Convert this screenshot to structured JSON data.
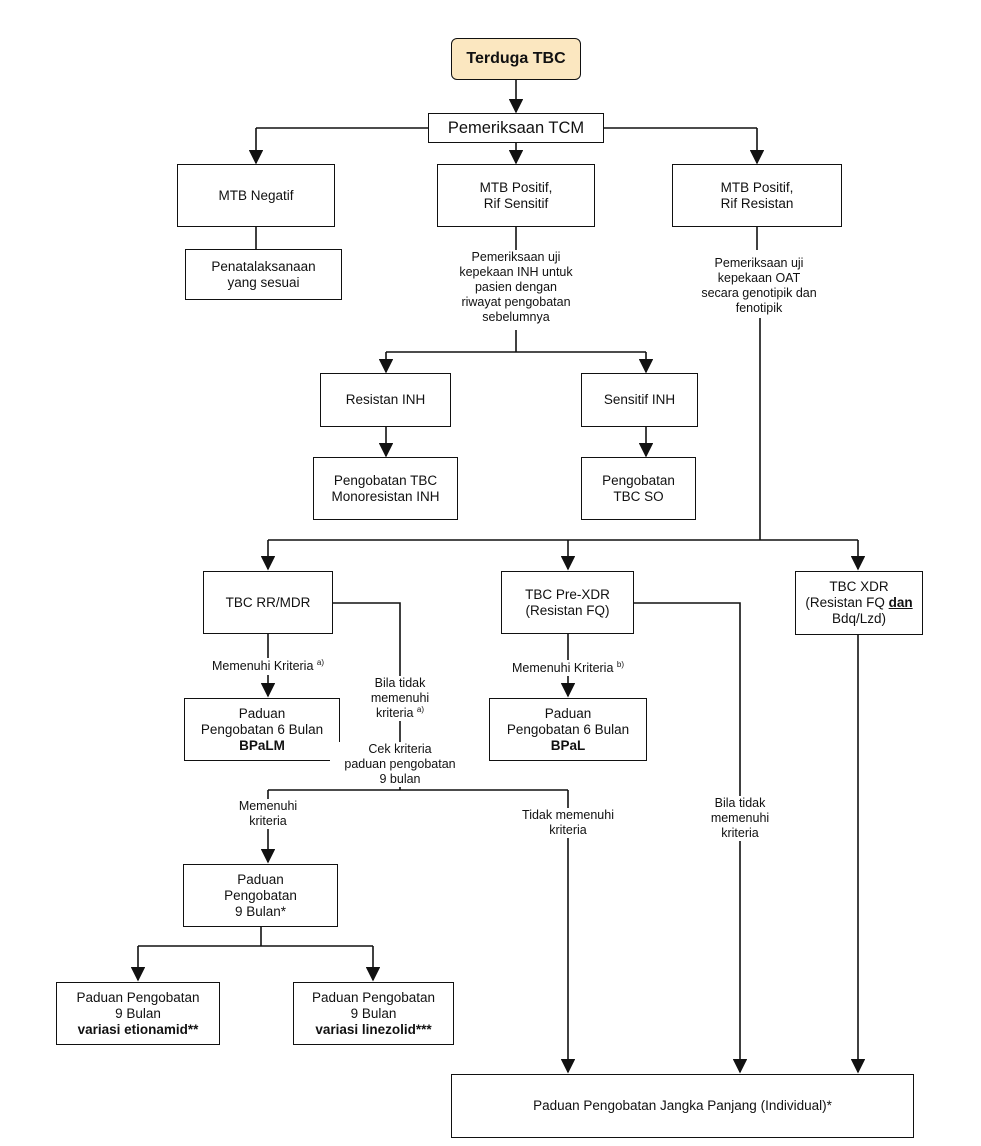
{
  "nodes": {
    "start": "Terduga TBC",
    "tcm": "Pemeriksaan TCM",
    "mtb_neg": "MTB Negatif",
    "mtb_pos_sens": [
      "MTB Positif,",
      "Rif Sensitif"
    ],
    "mtb_pos_res": [
      "MTB Positif,",
      "Rif Resistan"
    ],
    "penatalaksanaan": [
      "Penatalaksanaan",
      "yang sesuai"
    ],
    "resistan_inh": "Resistan INH",
    "sensitif_inh": "Sensitif INH",
    "mono_inh": [
      "Pengobatan TBC",
      "Monoresistan INH"
    ],
    "tbc_so": [
      "Pengobatan",
      "TBC SO"
    ],
    "rr_mdr": "TBC RR/MDR",
    "pre_xdr": [
      "TBC Pre-XDR",
      "(Resistan FQ)"
    ],
    "xdr": {
      "line1": "TBC XDR",
      "line2_a": "(Resistan FQ ",
      "line2_b": "dan",
      "line3": "Bdq/Lzd)"
    },
    "bpalm": {
      "line1": "Paduan",
      "line2": "Pengobatan 6 Bulan",
      "line3": "BPaLM"
    },
    "bpal": {
      "line1": "Paduan",
      "line2": "Pengobatan 6 Bulan",
      "line3": "BPaL"
    },
    "nine_month": [
      "Paduan",
      "Pengobatan",
      "9 Bulan*"
    ],
    "etionamid": {
      "line1": "Paduan Pengobatan",
      "line2": "9 Bulan",
      "line3": "variasi etionamid**"
    },
    "linezolid": {
      "line1": "Paduan Pengobatan",
      "line2": "9 Bulan",
      "line3": "variasi linezolid***"
    },
    "long_term": "Paduan Pengobatan Jangka Panjang (Individual)*"
  },
  "labels": {
    "inh_test": [
      "Pemeriksaan uji",
      "kepekaan INH untuk",
      "pasien dengan",
      "riwayat pengobatan",
      "sebelumnya"
    ],
    "oat_test": [
      "Pemeriksaan uji",
      "kepekaan OAT",
      "secara genotipik dan",
      "fenotipik"
    ],
    "memenuhi_a": {
      "text": "Memenuhi Kriteria ",
      "sup": "a)"
    },
    "memenuhi_b": {
      "text": "Memenuhi Kriteria ",
      "sup": "b)"
    },
    "bila_tidak_a": {
      "line1": "Bila tidak",
      "line2": "memenuhi",
      "line3": "kriteria ",
      "sup": "a)"
    },
    "cek_kriteria": [
      "Cek kriteria",
      "paduan pengobatan",
      "9 bulan"
    ],
    "memenuhi_kriteria": [
      "Memenuhi",
      "kriteria"
    ],
    "tidak_memenuhi": [
      "Tidak memenuhi",
      "kriteria"
    ],
    "bila_tidak_2": [
      "Bila tidak",
      "memenuhi",
      "kriteria"
    ]
  },
  "colors": {
    "start_fill": "#fbe7c0",
    "stroke": "#111111"
  }
}
